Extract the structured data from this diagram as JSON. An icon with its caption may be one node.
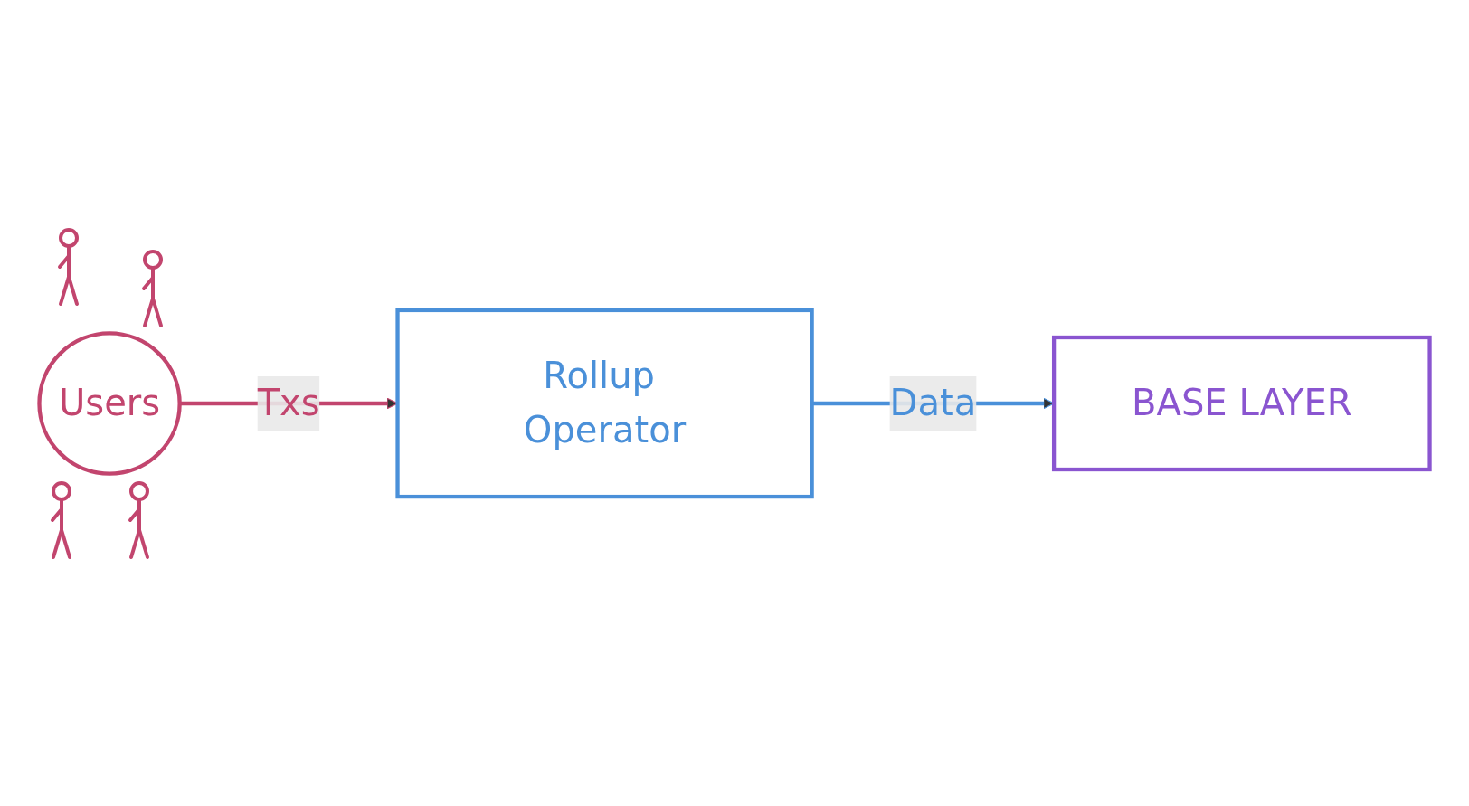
{
  "diagram": {
    "nodes": [
      {
        "text": [
          "Users"
        ]
      },
      {
        "text": [
          "Rollup Operator"
        ]
      },
      {
        "text": [
          "BASE LAYER"
        ]
      }
    ],
    "edges": [
      {
        "from": 0,
        "to": 1,
        "arrow": "to",
        "label": "Txs",
        "color": "#c2456e"
      },
      {
        "from": 1,
        "to": 2,
        "arrow": "to",
        "label": "Data",
        "color": "#4a90d9"
      }
    ]
  }
}
